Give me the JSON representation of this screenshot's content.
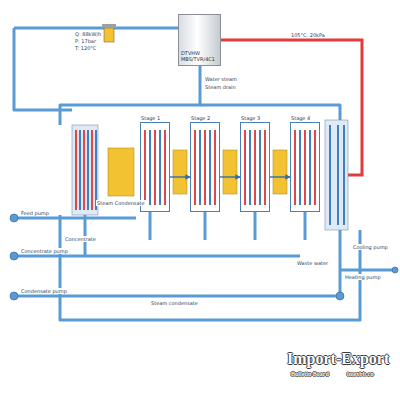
{
  "diagram": {
    "nodes": [
      {
        "text": [
          "DTVHW",
          "MBS/TVR/4C1"
        ]
      },
      {
        "text": [
          "Stage 1"
        ]
      },
      {
        "text": [
          "Stage 2"
        ]
      },
      {
        "text": [
          "Stage 3"
        ]
      },
      {
        "text": [
          "Stage 4"
        ]
      }
    ],
    "edges": [
      {
        "from": 1,
        "to": 2,
        "arrow": "to"
      },
      {
        "from": 2,
        "to": 3,
        "arrow": "to"
      },
      {
        "from": 3,
        "to": 4,
        "arrow": "to"
      }
    ],
    "labels": [
      "Q: 88kW/h",
      "P: 17bar",
      "T: 120°C",
      "105°C, 20kPa",
      "Steam Condensate",
      "Concentrate",
      "Feed pump",
      "Concentrate pump",
      "Condensate pump",
      "Steam condensate",
      "Water steam",
      "Steam drain",
      "Cooling pump",
      "Waste water",
      "Heating pump",
      "Import-Export",
      "Bulletin Board",
      "imexbb.cn"
    ]
  }
}
